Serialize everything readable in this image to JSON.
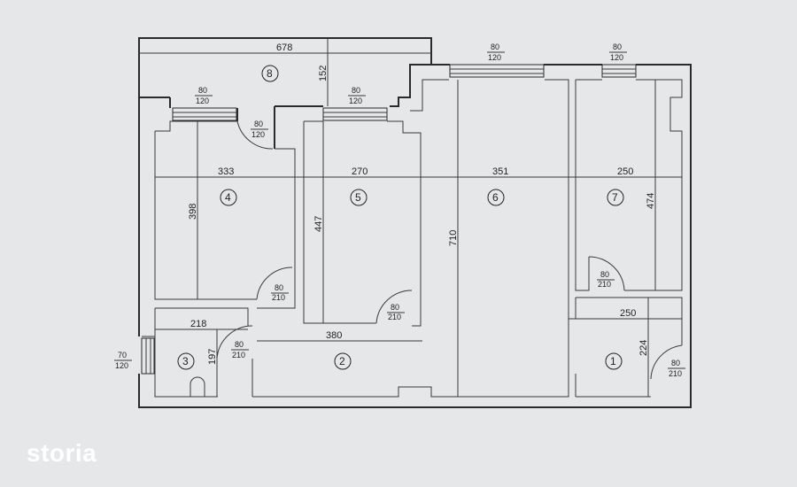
{
  "logo": {
    "text": "storia"
  },
  "rooms": [
    {
      "id": "1",
      "label": "1"
    },
    {
      "id": "2",
      "label": "2"
    },
    {
      "id": "3",
      "label": "3"
    },
    {
      "id": "4",
      "label": "4"
    },
    {
      "id": "5",
      "label": "5"
    },
    {
      "id": "6",
      "label": "6"
    },
    {
      "id": "7",
      "label": "7"
    },
    {
      "id": "8",
      "label": "8"
    }
  ],
  "dimensions": {
    "d678": "678",
    "d152": "152",
    "d333": "333",
    "d270": "270",
    "d351": "351",
    "d250a": "250",
    "d398": "398",
    "d447": "447",
    "d710": "710",
    "d474": "474",
    "d218": "218",
    "d380": "380",
    "d197": "197",
    "d250b": "250",
    "d224": "224"
  },
  "openings": {
    "win_top6": {
      "top": "80",
      "bottom": "120"
    },
    "win_top7": {
      "top": "80",
      "bottom": "120"
    },
    "win_4": {
      "top": "80",
      "bottom": "120"
    },
    "win_5": {
      "top": "80",
      "bottom": "120"
    },
    "door_8": {
      "top": "80",
      "bottom": "120"
    },
    "door_4": {
      "top": "80",
      "bottom": "210"
    },
    "door_5": {
      "top": "80",
      "bottom": "210"
    },
    "door_7": {
      "top": "80",
      "bottom": "210"
    },
    "door_3": {
      "top": "80",
      "bottom": "210"
    },
    "door_1": {
      "top": "80",
      "bottom": "210"
    },
    "win_3": {
      "top": "70",
      "bottom": "120"
    }
  }
}
